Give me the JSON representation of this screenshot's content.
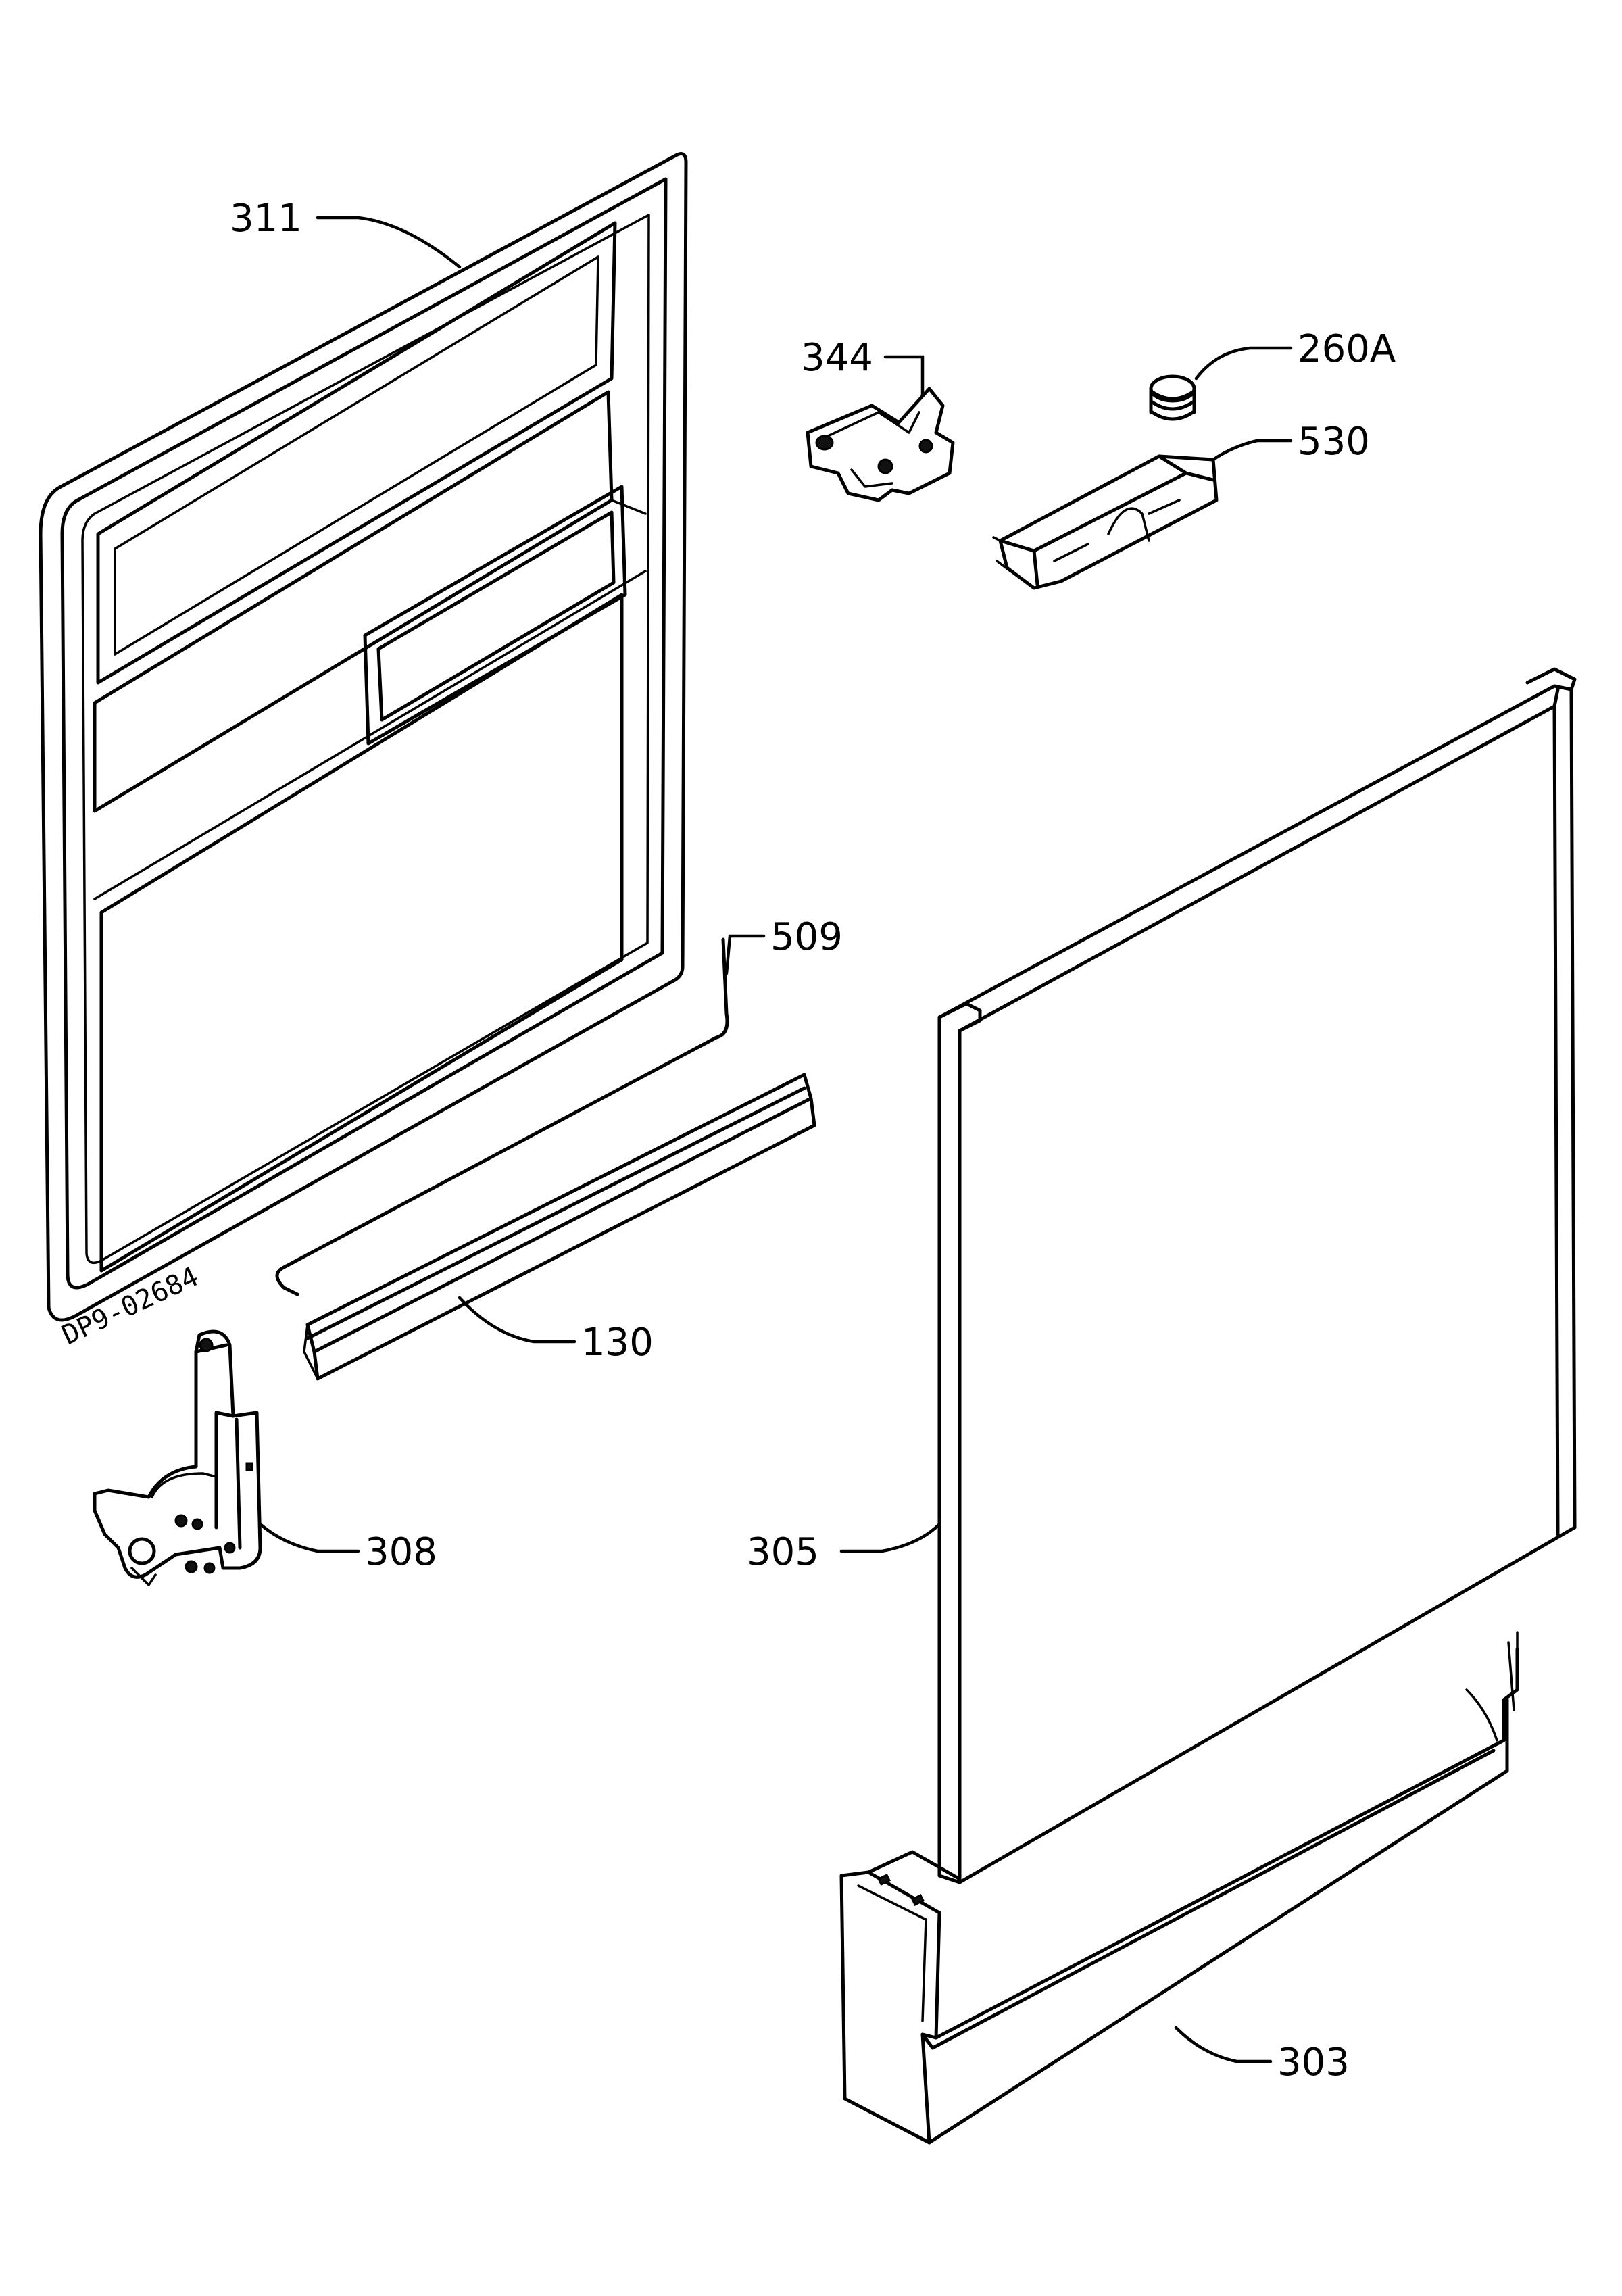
{
  "diagram": {
    "drawing_code": "DP9-02684",
    "parts": [
      {
        "id": "311"
      },
      {
        "id": "344"
      },
      {
        "id": "260A"
      },
      {
        "id": "530"
      },
      {
        "id": "509"
      },
      {
        "id": "130"
      },
      {
        "id": "308"
      },
      {
        "id": "305"
      },
      {
        "id": "303"
      }
    ]
  }
}
